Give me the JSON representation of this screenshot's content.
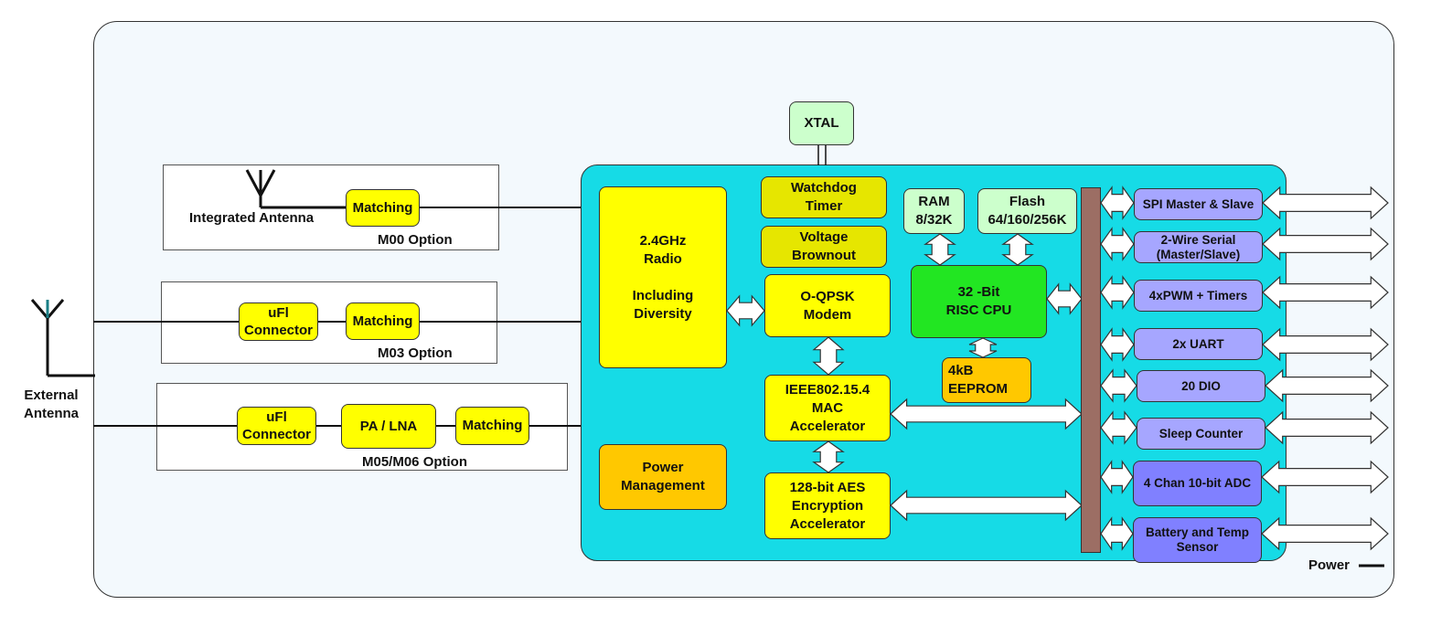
{
  "diagram": {
    "external_antenna": {
      "label_line1": "External",
      "label_line2": "Antenna"
    },
    "options": [
      {
        "id": "m00",
        "label": "M00 Option",
        "antenna_label": "Integrated Antenna",
        "blocks": [
          "Matching"
        ]
      },
      {
        "id": "m03",
        "label": "M03 Option",
        "blocks": [
          "uFl\nConnector",
          "Matching"
        ]
      },
      {
        "id": "m05",
        "label": "M05/M06 Option",
        "blocks": [
          "uFl\nConnector",
          "PA / LNA",
          "Matching"
        ]
      }
    ],
    "xtal": "XTAL",
    "core": {
      "radio": "2.4GHz\nRadio\n\nIncluding\nDiversity",
      "power_mgmt": "Power\nManagement",
      "watchdog": "Watchdog\nTimer",
      "brownout": "Voltage\nBrownout",
      "modem": "O-QPSK\nModem",
      "mac": "IEEE802.15.4\nMAC\nAccelerator",
      "aes": "128-bit AES\nEncryption\nAccelerator",
      "ram": "RAM\n8/32K",
      "flash": "Flash\n64/160/256K",
      "cpu": "32 -Bit\nRISC CPU",
      "eeprom": "4kB\nEEPROM"
    },
    "peripherals": [
      "SPI Master & Slave",
      "2-Wire Serial\n(Master/Slave)",
      "4xPWM + Timers",
      "2x UART",
      "20 DIO",
      "Sleep Counter",
      "4 Chan 10-bit ADC",
      "Battery and Temp\nSensor"
    ],
    "power_label": "Power",
    "colors": {
      "chip_bg": "#16dbe6",
      "yellow_block": "#ffff00",
      "olive_block": "#e6e600",
      "orange_block": "#ffc800",
      "cpu_green": "#22e622",
      "memory_mint": "#ccffcc",
      "peripheral_lavender": "#a6a6ff",
      "peripheral_blue": "#8080ff",
      "bus_brown": "#9c6e64"
    }
  }
}
